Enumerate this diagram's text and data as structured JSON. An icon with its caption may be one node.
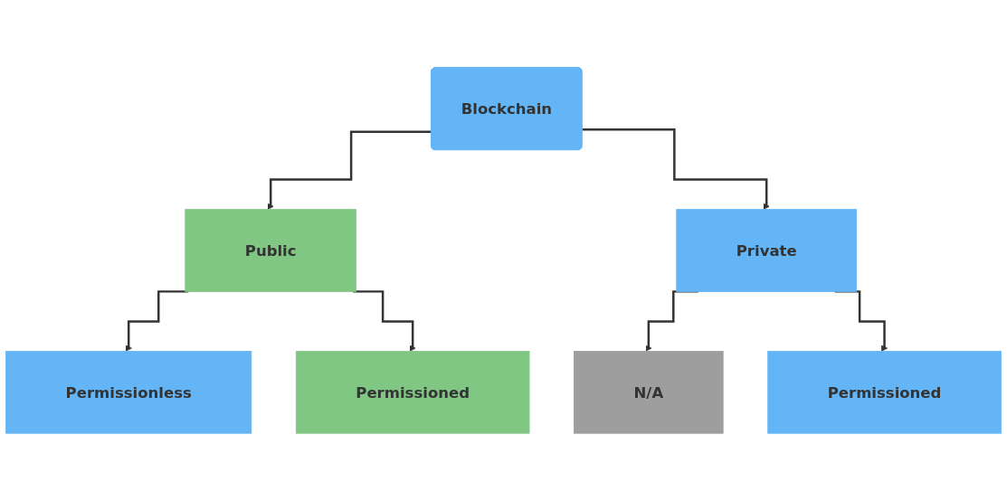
{
  "diagram": {
    "nodes": [
      {
        "text": [
          "Blockchain"
        ]
      },
      {
        "text": [
          "Public"
        ]
      },
      {
        "text": [
          "Private"
        ]
      },
      {
        "text": [
          "Permissionless"
        ]
      },
      {
        "text": [
          "Permissioned"
        ]
      },
      {
        "text": [
          "N/A"
        ]
      },
      {
        "text": [
          "Permissioned"
        ]
      }
    ],
    "edges": [
      {
        "from": 0,
        "to": 1,
        "arrow": "to"
      },
      {
        "from": 0,
        "to": 2,
        "arrow": "to"
      },
      {
        "from": 1,
        "to": 3,
        "arrow": "to"
      },
      {
        "from": 1,
        "to": 4,
        "arrow": "to"
      },
      {
        "from": 2,
        "to": 5,
        "arrow": "to"
      },
      {
        "from": 2,
        "to": 6,
        "arrow": "to"
      }
    ]
  }
}
